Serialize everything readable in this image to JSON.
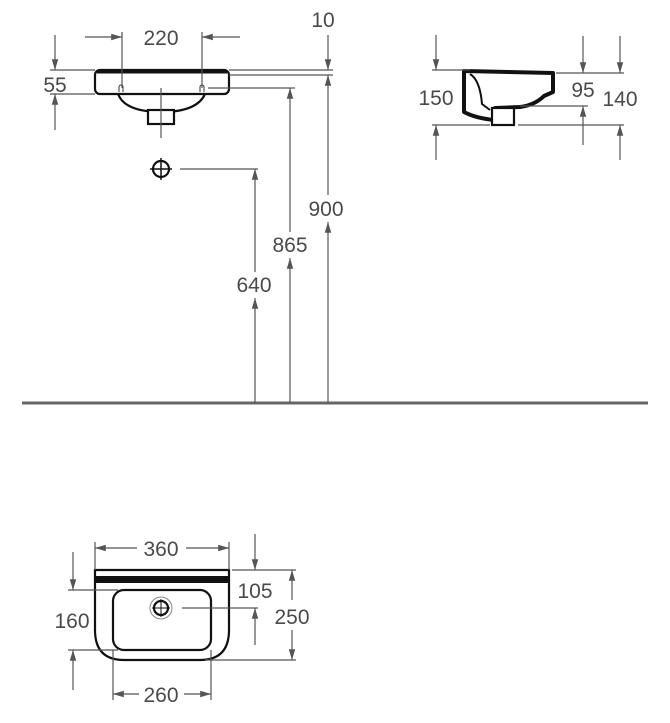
{
  "front_view": {
    "width_taps": "220",
    "overflow_offset": "10",
    "rim_height": "55",
    "floor_to_top": "900",
    "floor_to_fixing": "865",
    "floor_to_waste": "640"
  },
  "side_view": {
    "total_height": "150",
    "bowl_depth": "95",
    "height_140": "140"
  },
  "top_view": {
    "width": "360",
    "tap_hole_offset": "105",
    "depth": "250",
    "bowl_depth": "160",
    "bowl_width": "260"
  },
  "colors": {
    "line": "#555555",
    "object": "#111111",
    "text": "#4a4a4a"
  }
}
